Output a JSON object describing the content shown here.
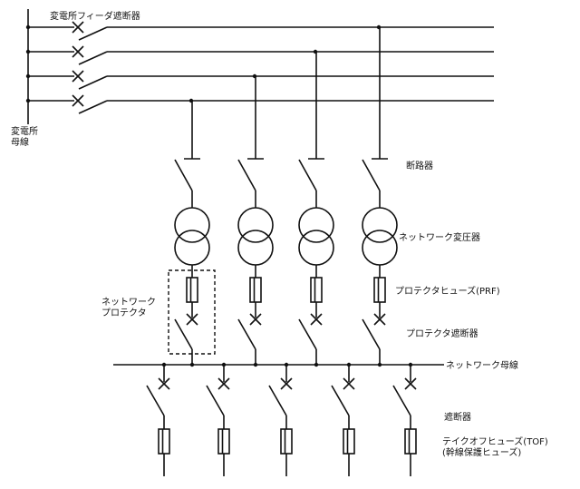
{
  "labels": {
    "feeder_breaker": "変電所フィーダ遮断器",
    "substation_bus_1": "変電所",
    "substation_bus_2": "母線",
    "disconnector": "断路器",
    "network_transformer": "ネットワーク変圧器",
    "protector_fuse": "プロテクタヒューズ(PRF)",
    "network_protector_1": "ネットワーク",
    "network_protector_2": "プロテクタ",
    "protector_breaker": "プロテクタ遮断器",
    "network_bus": "ネットワーク母線",
    "breaker": "遮断器",
    "takeoff_fuse_1": "テイクオフヒューズ(TOF)",
    "takeoff_fuse_2": "(幹線保護ヒューズ)"
  },
  "structure": {
    "substation_feeders": 4,
    "network_units": 4,
    "outgoing_feeders": 5
  }
}
